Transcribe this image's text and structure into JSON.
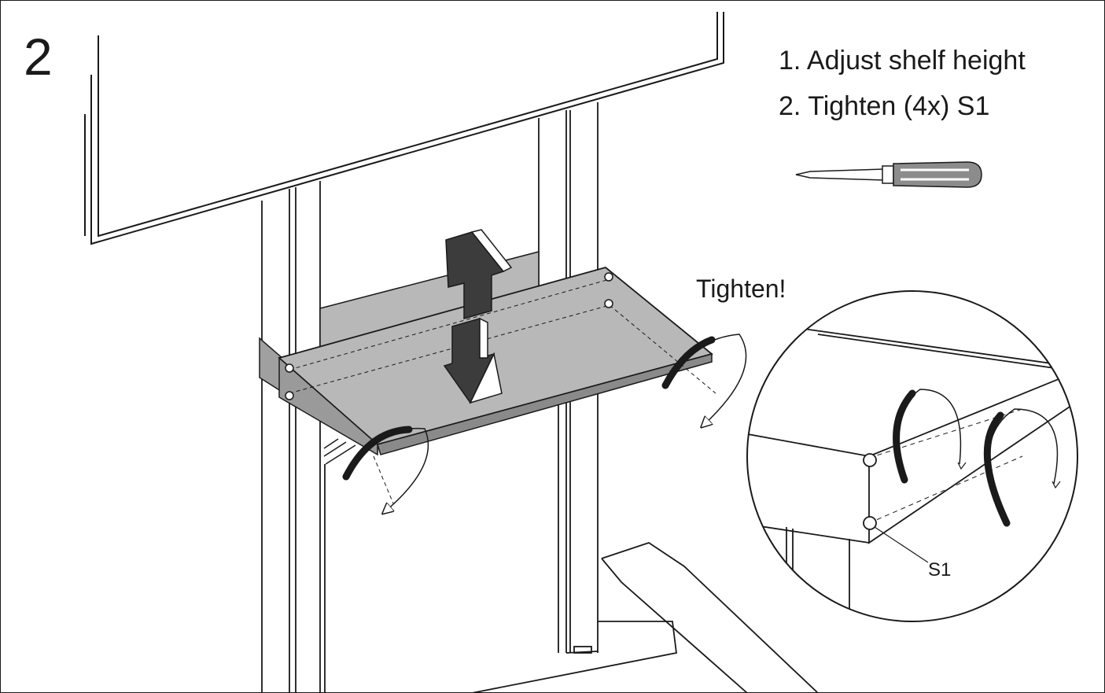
{
  "step_number": "2",
  "instructions": [
    "1. Adjust shelf height",
    "2. Tighten (4x) S1"
  ],
  "callout": "Tighten!",
  "detail_label": "S1",
  "icons": [
    "screwdriver-icon",
    "up-arrow-icon",
    "down-arrow-icon",
    "rotate-arrow-icon"
  ],
  "colors": {
    "line": "#1a1a1a",
    "shelf_fill": "#b8b8b8",
    "arrow_fill": "#3c3c3c",
    "handle_fill": "#8c8c8c"
  }
}
